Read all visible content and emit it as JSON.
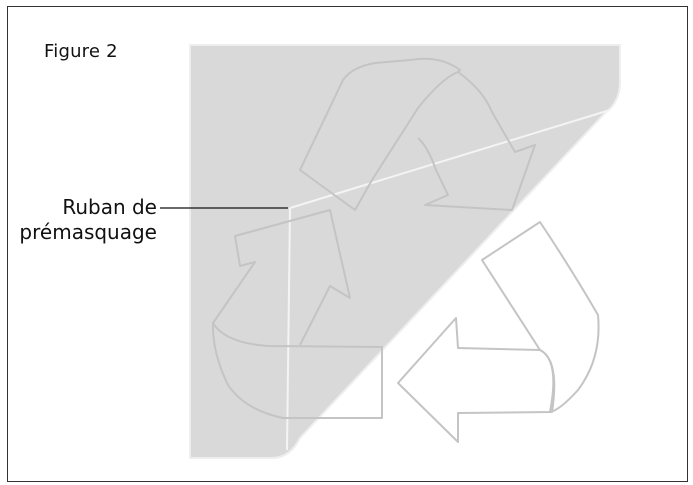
{
  "figure": {
    "title": "Figure 2"
  },
  "callout": {
    "line1": "Ruban de",
    "line2": "prémasquage"
  },
  "colors": {
    "frame": "#333333",
    "tape_fill": "#d9d9d9",
    "outline": "#c4c4c4",
    "highlight": "#f2f2f2",
    "leader_line": "#111111",
    "text": "#111111"
  },
  "icons": [
    "recycle-arrows-icon"
  ]
}
